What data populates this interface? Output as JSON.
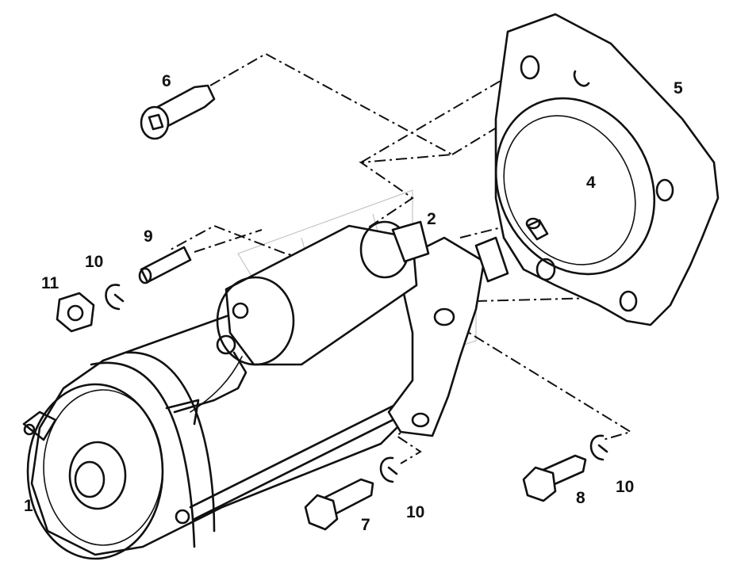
{
  "callouts": {
    "c1": "1",
    "c2": "2",
    "c4": "4",
    "c5": "5",
    "c6": "6",
    "c7": "7",
    "c8": "8",
    "c9": "9",
    "c10a": "10",
    "c10b": "10",
    "c10c": "10",
    "c11": "11"
  },
  "colors": {
    "line": "#111111",
    "background": "#ffffff",
    "watermark": "#8a8a8a"
  }
}
